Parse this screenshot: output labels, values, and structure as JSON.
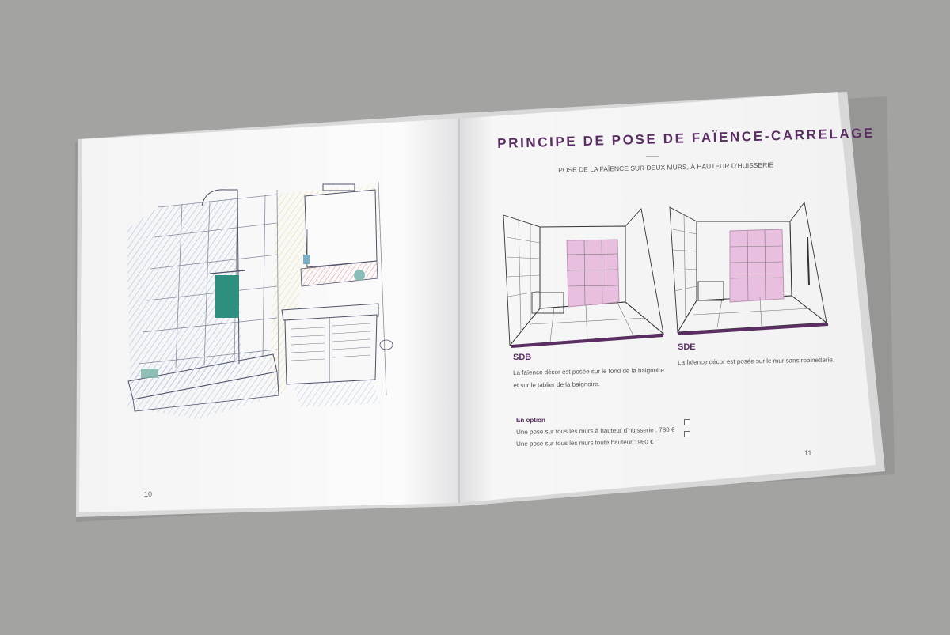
{
  "right_page": {
    "title": "PRINCIPE DE POSE DE FAÏENCE-CARRELAGE",
    "subtitle": "POSE DE LA FAÏENCE SUR DEUX MURS, À HAUTEUR D'HUISSERIE",
    "accent_color": "#5b2e63",
    "tile_highlight_color": "#e9bfdf",
    "diagrams": [
      {
        "label": "SDB",
        "description_lines": [
          "La faïence décor est posée sur le fond de la baignoire",
          "et sur le tablier de la baignoire."
        ]
      },
      {
        "label": "SDE",
        "description_lines": [
          "La faïence décor est posée sur le mur sans robinetterie."
        ]
      }
    ],
    "options": {
      "heading": "En option",
      "items": [
        {
          "text": "Une pose sur tous les murs à hauteur d'huisserie : 780 €",
          "checked": false
        },
        {
          "text": "Une pose sur tous les murs toute hauteur : 960 €",
          "checked": false
        }
      ]
    },
    "page_number": "11"
  },
  "left_page": {
    "illustration": "bathroom-sketch",
    "page_number": "10"
  }
}
